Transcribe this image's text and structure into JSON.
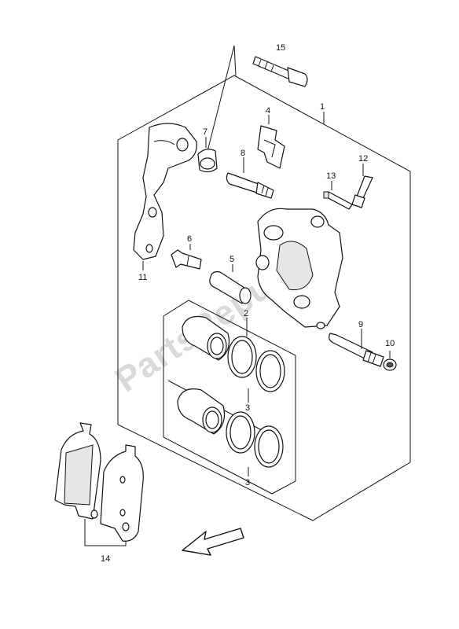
{
  "watermark": "PartsRepublik",
  "callouts": {
    "c1": "1",
    "c2": "2",
    "c3a": "3",
    "c3b": "3",
    "c4": "4",
    "c5": "5",
    "c6": "6",
    "c7": "7",
    "c8": "8",
    "c9": "9",
    "c10": "10",
    "c11": "11",
    "c12": "12",
    "c13": "13",
    "c14": "14",
    "c15": "15"
  },
  "icons": {
    "direction": "arrow-front-icon"
  }
}
